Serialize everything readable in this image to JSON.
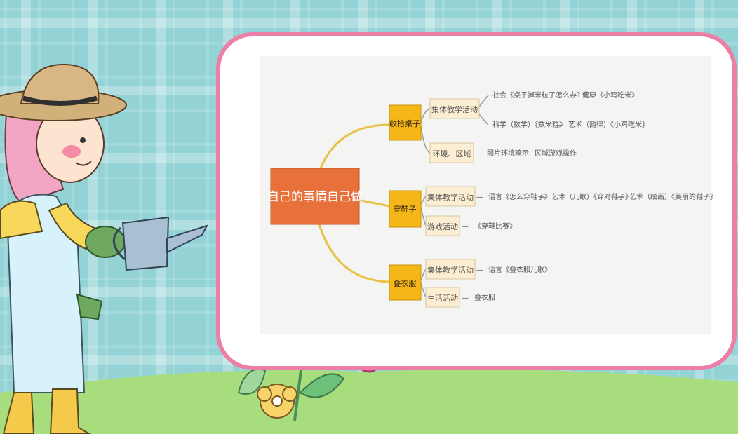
{
  "mindmap": {
    "root": "自己的事情自己做",
    "branches": [
      {
        "label": "收拾桌子",
        "sub": [
          {
            "label": "集体教学活动",
            "leaves": [
              "社会《桌子掉米粒了怎么办？》",
              "健康《小鸡吃米》",
              "科学（数学）《数米粒》",
              "艺术（韵律）《小鸡吃米》"
            ]
          },
          {
            "label": "环境、区域",
            "leaves": [
              "图片环境暗示",
              "区域游戏操作"
            ]
          }
        ]
      },
      {
        "label": "穿鞋子",
        "sub": [
          {
            "label": "集体教学活动",
            "leaves": [
              "语言《怎么穿鞋子》",
              "艺术（儿歌）《穿对鞋子》",
              "艺术（绘画）《美丽的鞋子》"
            ]
          },
          {
            "label": "游戏活动",
            "leaves": [
              "《穿鞋比赛》"
            ]
          }
        ]
      },
      {
        "label": "叠衣服",
        "sub": [
          {
            "label": "集体教学活动",
            "leaves": [
              "语言《叠衣服儿歌》"
            ]
          },
          {
            "label": "生活活动",
            "leaves": [
              "叠衣服"
            ]
          }
        ]
      }
    ]
  },
  "colors": {
    "background": "#93d3d6",
    "card_border": "#ec7fa6",
    "root_fill": "#e8703a",
    "branch_fill": "#f5b617",
    "sub_fill": "#fbeed2",
    "connector": "#e9c24a",
    "grass": "#a8dd7e"
  },
  "icons": [
    "gardener-girl-illustration",
    "straw-hat-icon",
    "watering-can-icon",
    "flower-icon",
    "leaf-icon"
  ]
}
